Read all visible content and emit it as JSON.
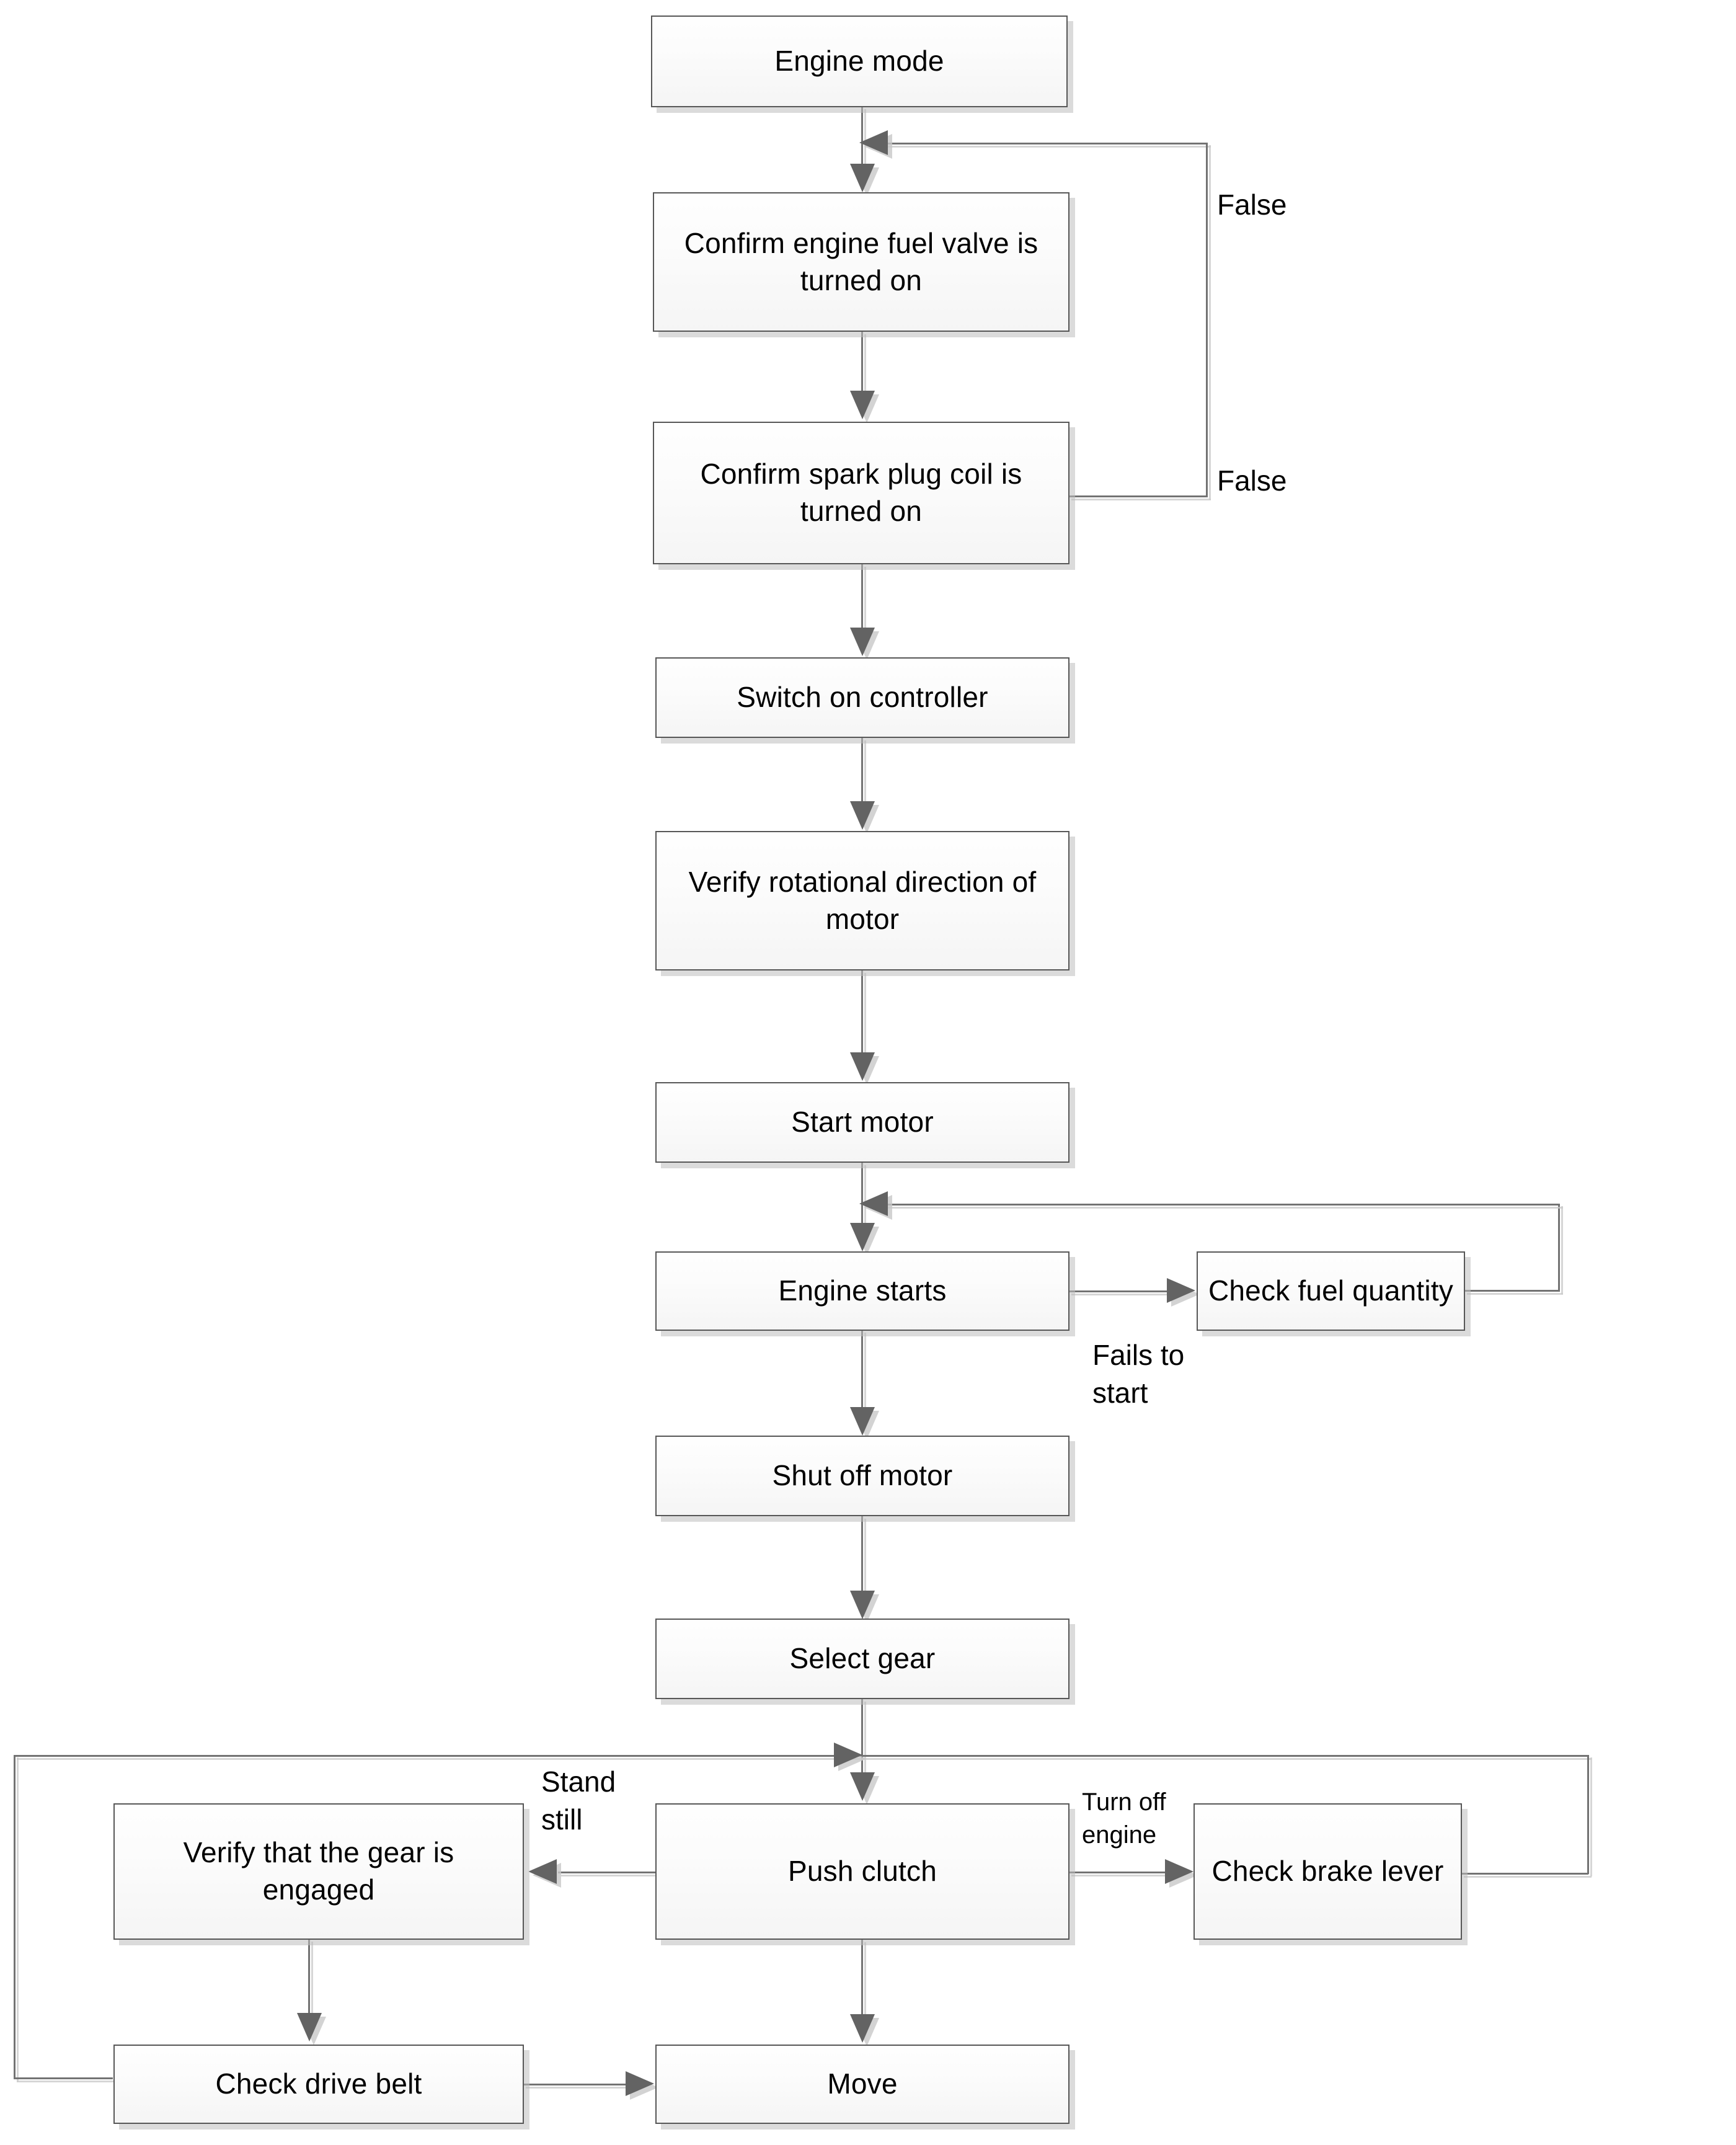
{
  "diagram": {
    "title": "Engine start-up and drive procedure flowchart",
    "type": "flowchart",
    "colors": {
      "node_border": "#575757",
      "node_fill": "#fbfbfb",
      "connector": "#737373",
      "arrow_head": "#636363",
      "shadow": "#d9d9d9",
      "text": "#000000",
      "background": "#ffffff"
    }
  },
  "nodes": {
    "engine_mode": "Engine mode",
    "confirm_fuel_valve": "Confirm engine fuel valve is turned on",
    "confirm_spark_plug": "Confirm spark plug coil is turned on",
    "switch_on_controller": "Switch on controller",
    "verify_rotation": "Verify rotational direction of motor",
    "start_motor": "Start motor",
    "engine_starts": "Engine starts",
    "check_fuel_quantity": "Check fuel quantity",
    "shut_off_motor": "Shut off motor",
    "select_gear": "Select gear",
    "push_clutch": "Push clutch",
    "verify_gear_engaged": "Verify that the gear is engaged",
    "check_brake_lever": "Check brake lever",
    "check_drive_belt": "Check drive belt",
    "move": "Move"
  },
  "edge_labels": {
    "false_upper": "False",
    "false_lower": "False",
    "fails_to_start": "Fails to start",
    "stand_still": "Stand still",
    "turn_off_engine": "Turn off engine"
  },
  "edges": [
    {
      "from": "engine_mode",
      "to": "confirm_fuel_valve",
      "label": ""
    },
    {
      "from": "confirm_fuel_valve",
      "to": "confirm_spark_plug",
      "label": ""
    },
    {
      "from": "confirm_fuel_valve",
      "to": "confirm_fuel_valve",
      "label": "False"
    },
    {
      "from": "confirm_spark_plug",
      "to": "confirm_fuel_valve",
      "label": "False"
    },
    {
      "from": "confirm_spark_plug",
      "to": "switch_on_controller",
      "label": ""
    },
    {
      "from": "switch_on_controller",
      "to": "verify_rotation",
      "label": ""
    },
    {
      "from": "verify_rotation",
      "to": "start_motor",
      "label": ""
    },
    {
      "from": "start_motor",
      "to": "engine_starts",
      "label": ""
    },
    {
      "from": "engine_starts",
      "to": "check_fuel_quantity",
      "label": "Fails to start"
    },
    {
      "from": "check_fuel_quantity",
      "to": "engine_starts",
      "label": ""
    },
    {
      "from": "engine_starts",
      "to": "shut_off_motor",
      "label": ""
    },
    {
      "from": "shut_off_motor",
      "to": "select_gear",
      "label": ""
    },
    {
      "from": "select_gear",
      "to": "push_clutch",
      "label": ""
    },
    {
      "from": "push_clutch",
      "to": "verify_gear_engaged",
      "label": "Stand still"
    },
    {
      "from": "push_clutch",
      "to": "check_brake_lever",
      "label": "Turn off engine"
    },
    {
      "from": "verify_gear_engaged",
      "to": "check_drive_belt",
      "label": ""
    },
    {
      "from": "check_drive_belt",
      "to": "move",
      "label": ""
    },
    {
      "from": "push_clutch",
      "to": "move",
      "label": ""
    },
    {
      "from": "check_brake_lever",
      "to": "push_clutch",
      "label": ""
    },
    {
      "from": "verify_gear_engaged",
      "to": "push_clutch",
      "label": ""
    }
  ]
}
